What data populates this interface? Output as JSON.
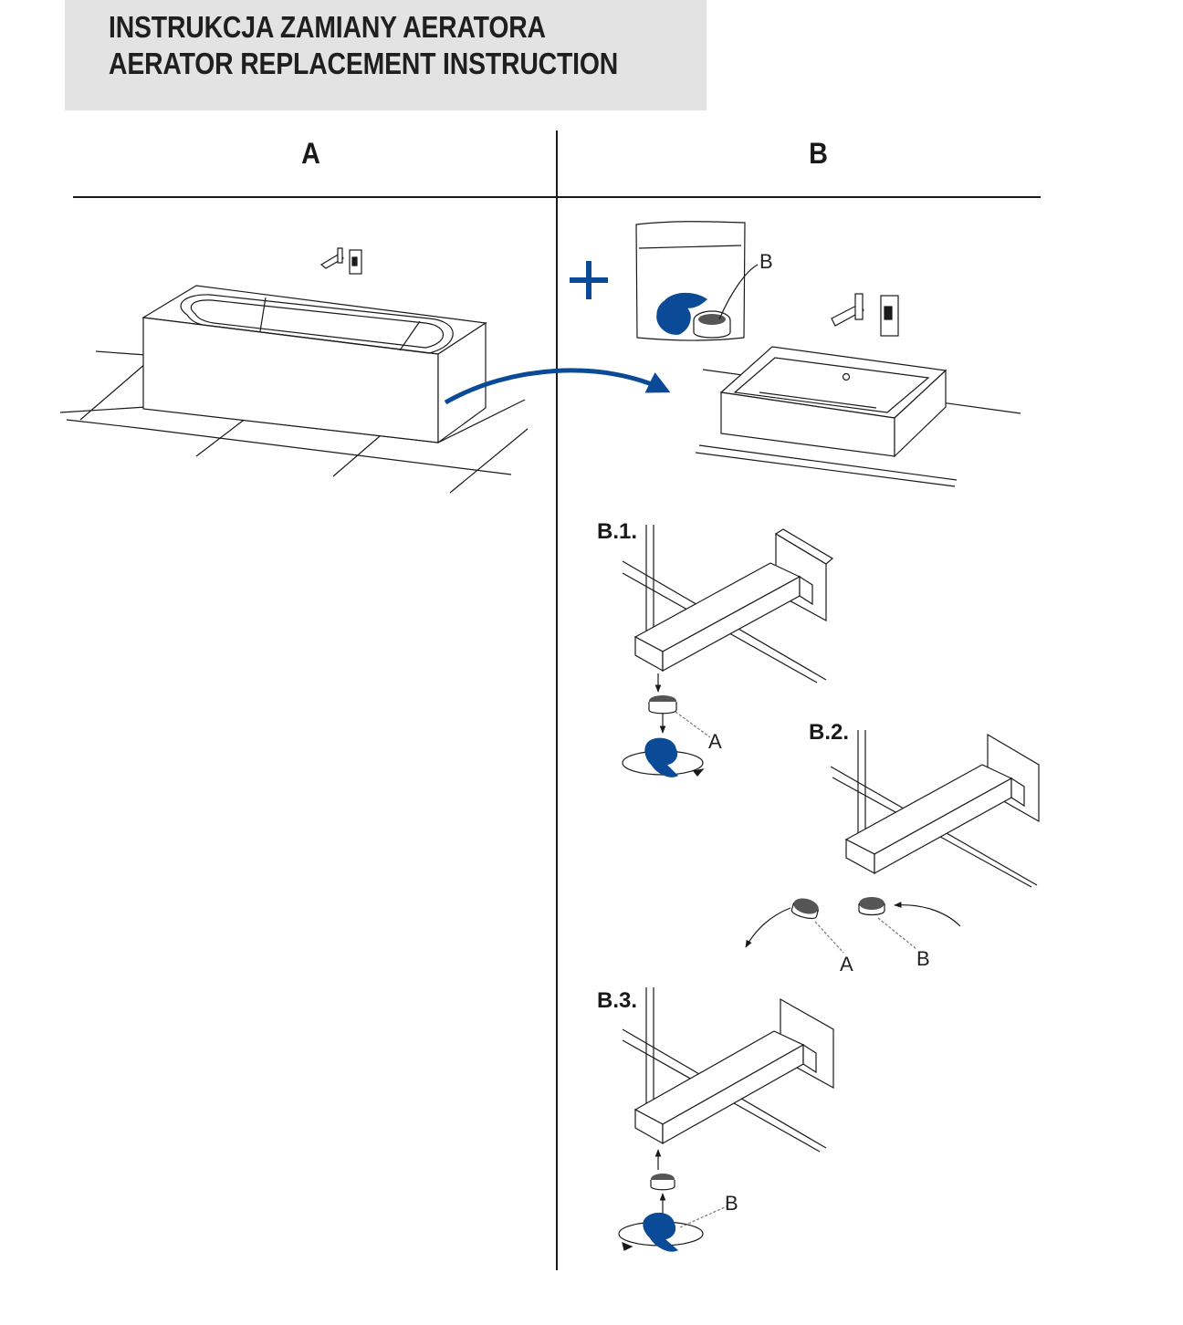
{
  "header": {
    "title_pl": "INSTRUKCJA ZAMIANY AERATORA",
    "title_en": "AERATOR REPLACEMENT INSTRUCTION"
  },
  "columns": {
    "a": "A",
    "b": "B"
  },
  "kit": {
    "label": "B"
  },
  "steps": [
    {
      "label": "B.1.",
      "callout": "A"
    },
    {
      "label": "B.2.",
      "callout_old": "A",
      "callout_new": "B"
    },
    {
      "label": "B.3.",
      "callout": "B"
    }
  ],
  "colors": {
    "accent_blue": "#0b4a96",
    "header_bg": "#e3e3e4",
    "line": "#1a1a1a"
  }
}
